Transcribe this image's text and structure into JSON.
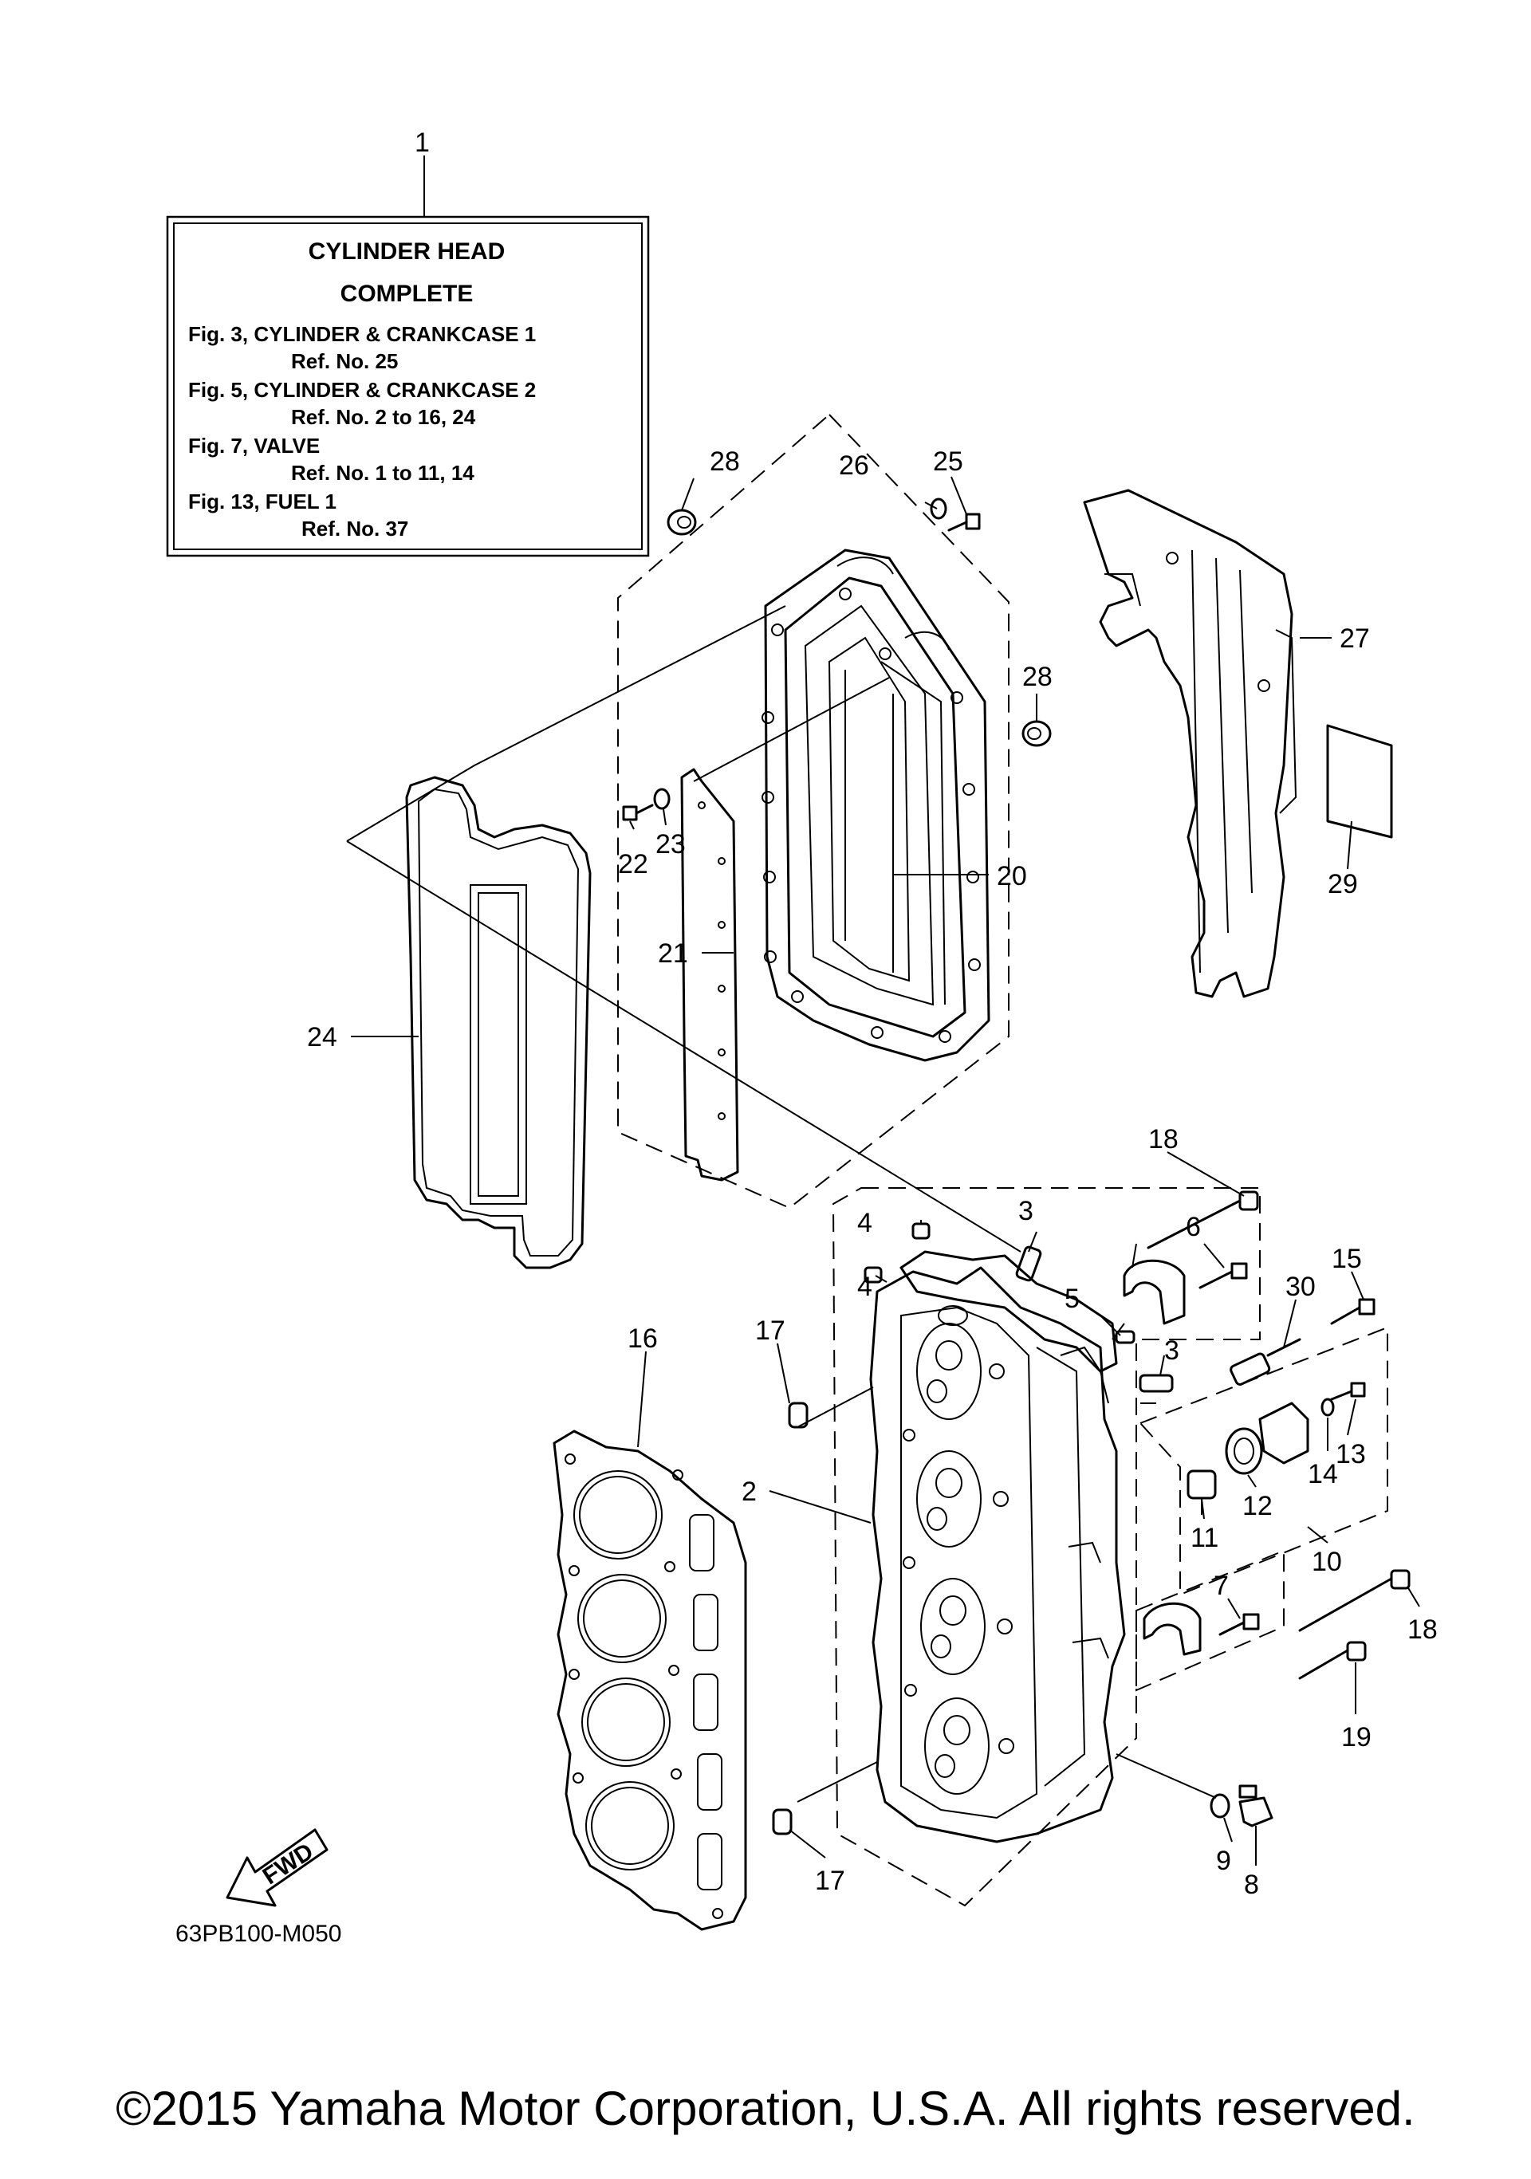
{
  "info_box": {
    "callout": "1",
    "title_line1": "CYLINDER HEAD",
    "title_line2": "COMPLETE",
    "refs": [
      {
        "fig": "Fig. 3, CYLINDER & CRANKCASE 1",
        "ref": "Ref. No. 25"
      },
      {
        "fig": "Fig. 5, CYLINDER & CRANKCASE 2",
        "ref": "Ref. No. 2 to 16, 24"
      },
      {
        "fig": "Fig. 7, VALVE",
        "ref": "Ref. No. 1 to 11, 14"
      },
      {
        "fig": "Fig. 13, FUEL 1",
        "ref": "Ref. No. 37"
      }
    ]
  },
  "callouts": {
    "c2": "2",
    "c3a": "3",
    "c3b": "3",
    "c4a": "4",
    "c4b": "4",
    "c5": "5",
    "c6": "6",
    "c7": "7",
    "c8": "8",
    "c9": "9",
    "c10": "10",
    "c11": "11",
    "c12": "12",
    "c13": "13",
    "c14": "14",
    "c15": "15",
    "c16": "16",
    "c17a": "17",
    "c17b": "17",
    "c18a": "18",
    "c18b": "18",
    "c19": "19",
    "c20": "20",
    "c21": "21",
    "c22": "22",
    "c23": "23",
    "c24": "24",
    "c25": "25",
    "c26": "26",
    "c27": "27",
    "c28a": "28",
    "c28b": "28",
    "c29": "29",
    "c30": "30"
  },
  "fwd_label": "FWD",
  "diagram_ref": "63PB100-M050",
  "copyright": "©2015 Yamaha Motor Corporation, U.S.A. All rights reserved."
}
